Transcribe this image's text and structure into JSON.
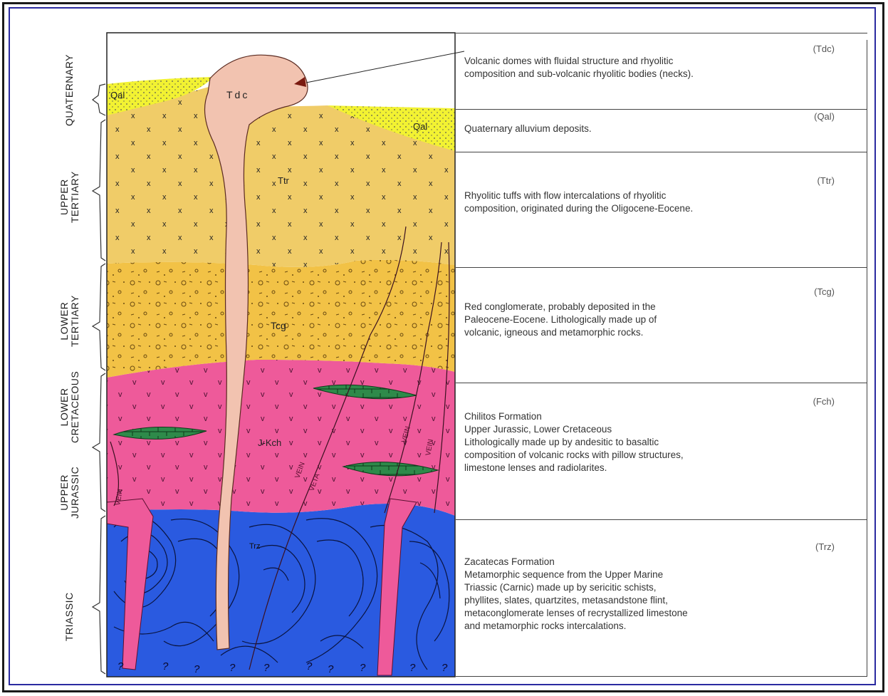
{
  "periods": {
    "quaternary": "QUATERNARY",
    "upper_tertiary": [
      "UPPER",
      "TERTIARY"
    ],
    "lower_tertiary": [
      "LOWER",
      "TERTIARY"
    ],
    "lower_cretaceous": [
      "LOWER",
      "CRETACEOUS"
    ],
    "upper_jurassic": [
      "UPPER",
      "JURASSIC"
    ],
    "triassic": "TRIASSIC"
  },
  "map_labels": {
    "qal_left": "Qal",
    "qal_right": "Qal",
    "tdc": "Tdc",
    "ttr": "Ttr",
    "tcg": "Tcg",
    "jkch": "J-Kch",
    "trz": "Trz",
    "vein_1": "VEIN",
    "vein_2": "VEIN",
    "vein_3": "VEIN",
    "vein_4": "VEIN",
    "veta": "VETA"
  },
  "legend": [
    {
      "code": "(Tdc)",
      "lines": [
        "Volcanic domes with fluidal structure and rhyolitic",
        "composition and sub-volcanic rhyolitic bodies (necks)."
      ]
    },
    {
      "code": "(Qal)",
      "lines": [
        "Quaternary alluvium deposits."
      ]
    },
    {
      "code": "(Ttr)",
      "lines": [
        "Rhyolitic tuffs with flow intercalations of rhyolitic",
        "composition, originated during the Oligocene-Eocene."
      ]
    },
    {
      "code": "(Tcg)",
      "lines": [
        "Red conglomerate, probably deposited in the",
        "Paleocene-Eocene. Lithologically made up of",
        "volcanic, igneous and metamorphic rocks."
      ]
    },
    {
      "code": "(Fch)",
      "lines": [
        "Chilitos Formation",
        "Upper Jurassic, Lower Cretaceous",
        "Lithologically made up by andesitic to basaltic",
        "composition of volcanic rocks with pillow structures,",
        "limestone lenses and radiolarites."
      ]
    },
    {
      "code": "(Trz)",
      "lines": [
        "Zacatecas Formation",
        "Metamorphic sequence from the Upper Marine",
        "Triassic (Carnic) made up by sericitic schists,",
        "phyllites, slates, quartzites, metasandstone flint,",
        "metaconglomerate lenses of recrystallized limestone",
        "and metamorphic rocks intercalations."
      ]
    }
  ],
  "colors": {
    "quaternary": "#f2f232",
    "tertiary_tuff": "#f0cc68",
    "conglomerate": "#f2c246",
    "jurassic": "#ee5a9a",
    "triassic": "#2a5ae0",
    "dome": "#f2c3b0",
    "limestone_lens": "#2e8a4a"
  }
}
